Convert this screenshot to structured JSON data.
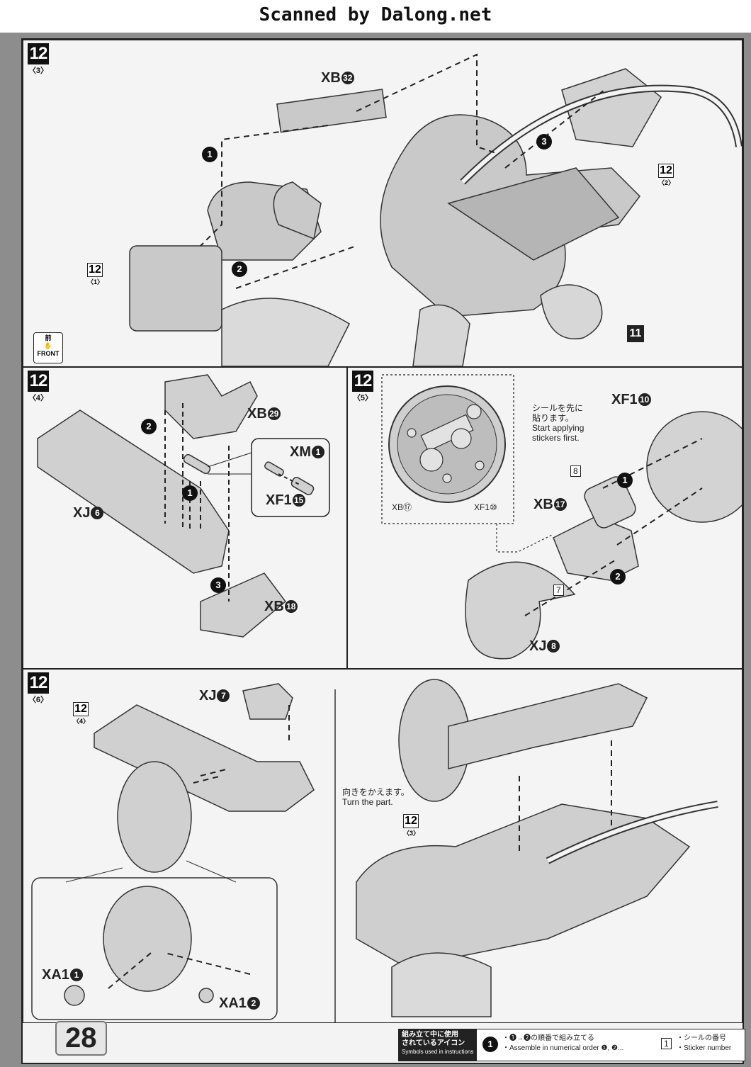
{
  "scan_banner": "Scanned by Dalong.net",
  "page_number": "28",
  "panels": {
    "p3": {
      "step": "12",
      "sub": "〈3〉",
      "label_xb32": "XB",
      "c_xb32": "32",
      "ref_a": "12",
      "ref_a_sub": "〈2〉",
      "ref_b": "12",
      "ref_b_sub": "〈1〉",
      "ref_c": "11",
      "front_jp": "前",
      "front_en": "FRONT"
    },
    "p4": {
      "step": "12",
      "sub": "〈4〉",
      "xb29": "XB",
      "c_xb29": "29",
      "xm1": "XM",
      "c_xm1": "1",
      "xf115": "XF1",
      "c_xf115": "15",
      "xj6": "XJ",
      "c_xj6": "6",
      "xb18": "XB",
      "c_xb18": "18"
    },
    "p5": {
      "step": "12",
      "sub": "〈5〉",
      "inset_xb17": "XB⑰",
      "inset_xf110": "XF1⑩",
      "note_jp_1": "シールを先に",
      "note_jp_2": "貼ります。",
      "note_en_1": "Start applying",
      "note_en_2": "stickers first.",
      "xf110": "XF1",
      "c_xf110": "10",
      "xb17": "XB",
      "c_xb17": "17",
      "xj8": "XJ",
      "c_xj8": "8",
      "sticker_8": "8",
      "sticker_7": "7"
    },
    "p6": {
      "step": "12",
      "sub": "〈6〉",
      "ref_a": "12",
      "ref_a_sub": "〈4〉",
      "xj7": "XJ",
      "c_xj7": "7",
      "turn_jp": "向きをかえます。",
      "turn_en": "Turn the part.",
      "ref_b": "12",
      "ref_b_sub": "〈3〉",
      "xa11": "XA1",
      "c_xa11": "1",
      "xa12": "XA1",
      "c_xa12": "2"
    }
  },
  "steps": [
    "1",
    "2",
    "3"
  ],
  "legend": {
    "head_jp_1": "組み立て中に使用",
    "head_jp_2": "されているアイコン",
    "head_en": "Symbols used in instructions",
    "icon_num": "1",
    "order_jp": "・❶→❷の順番で組み立てる",
    "order_en": "・Assemble in numerical order ❶, ❷...",
    "sticker_icon": "1",
    "sticker_jp": "・シールの番号",
    "sticker_en": "・Sticker number"
  }
}
